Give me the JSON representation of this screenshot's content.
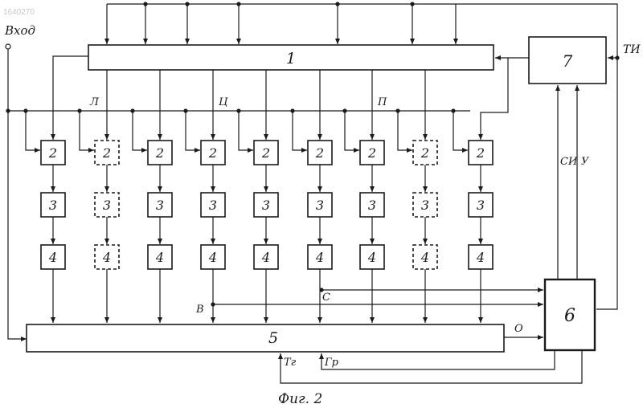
{
  "watermark": "1640270",
  "caption": "Фиг. 2",
  "input_label": "Вход",
  "blocks": {
    "b1": "1",
    "b5": "5",
    "b6": "6",
    "b7": "7",
    "row2": "2",
    "row3": "3",
    "row4": "4"
  },
  "columns": [
    {
      "dashed": false
    },
    {
      "dashed": true
    },
    {
      "dashed": false
    },
    {
      "dashed": false
    },
    {
      "dashed": false
    },
    {
      "dashed": false
    },
    {
      "dashed": false
    },
    {
      "dashed": true
    },
    {
      "dashed": false
    }
  ],
  "signals": {
    "L": "Л",
    "C": "Ц",
    "P": "П",
    "TI": "ТИ",
    "SI": "СИ",
    "U": "У",
    "B": "В",
    "S": "С",
    "O": "О",
    "Tg": "Тг",
    "Gr": "Гр"
  }
}
